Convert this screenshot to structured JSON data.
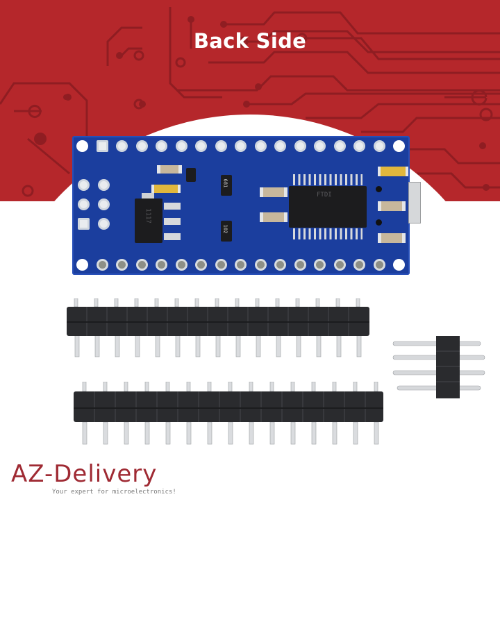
{
  "banner": {
    "title": "Back Side",
    "background_color": "#b5272b",
    "trace_color": "#8f1d22"
  },
  "product": {
    "board": {
      "color": "#1b3e9e",
      "top_pad_count": 16,
      "bottom_pad_count": 16,
      "icsp_pad_count": 6,
      "chip_labels": {
        "main_ic": "FTDI",
        "resistor_array_1": "681",
        "resistor_array_2": "102",
        "regulator": "1117"
      }
    },
    "pin_headers": {
      "long_header_1_pins": 15,
      "long_header_2_pins": 15,
      "short_header_pins": 4
    }
  },
  "logo": {
    "brand": "AZ-Delivery",
    "tagline": "Your expert for microelectronics!",
    "color": "#9f2a33"
  }
}
